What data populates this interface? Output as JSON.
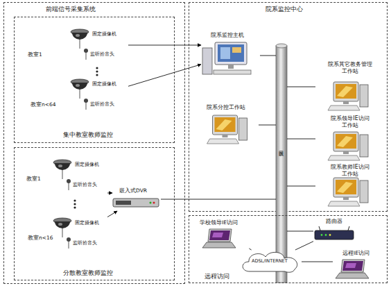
{
  "diagram": {
    "nodes": [
      {
        "text": [
          "前端信号采集系统"
        ]
      },
      {
        "text": [
          "集中教室教师监控"
        ],
        "in": 0
      },
      {
        "text": [
          "固定摄像机",
          "监听拾音头"
        ],
        "in": 1
      },
      {
        "text": [
          "固定摄像机",
          "监听拾音头"
        ],
        "in": 1
      },
      {
        "text": [
          "分散教室教师监控"
        ],
        "in": 0
      },
      {
        "text": [
          "固定摄像机",
          "监听拾音头"
        ],
        "in": 4
      },
      {
        "text": [
          "固定摄像机",
          "监听拾音头"
        ],
        "in": 4
      },
      {
        "text": [
          "嵌入式DVR"
        ],
        "in": 4
      },
      {
        "text": [
          "院系监控中心"
        ]
      },
      {
        "text": [
          "院系监控主机"
        ],
        "in": 8
      },
      {
        "text": [
          "以太网"
        ]
      },
      {
        "text": [
          "院系分控工作站"
        ],
        "in": 8
      },
      {
        "text": [
          "院系其它教务管理工作站"
        ],
        "in": 8
      },
      {
        "text": [
          "院系领导IE访问工作站"
        ],
        "in": 8
      },
      {
        "text": [
          "院系教师IE访问工作站"
        ],
        "in": 8
      },
      {
        "text": [
          "远程访问"
        ]
      },
      {
        "text": [
          "学校领导IE访问"
        ],
        "in": 15
      },
      {
        "text": [
          "路由器"
        ],
        "in": 15
      },
      {
        "text": [
          "ADSL/INTERNET"
        ],
        "in": 15
      },
      {
        "text": [
          "远程IE访问"
        ],
        "in": 15
      }
    ],
    "edges": [
      {
        "from": 2,
        "to": 9,
        "arrow": "to"
      },
      {
        "from": 3,
        "to": 9,
        "arrow": "to"
      },
      {
        "from": 5,
        "to": 7,
        "arrow": "to"
      },
      {
        "from": 6,
        "to": 7,
        "arrow": "to"
      },
      {
        "from": 7,
        "to": 10,
        "arrow": "none"
      },
      {
        "from": 9,
        "to": 10,
        "arrow": "none"
      },
      {
        "from": 11,
        "to": 10,
        "arrow": "none"
      },
      {
        "from": 12,
        "to": 10,
        "arrow": "none"
      },
      {
        "from": 13,
        "to": 10,
        "arrow": "none"
      },
      {
        "from": 14,
        "to": 10,
        "arrow": "none"
      },
      {
        "from": 10,
        "to": 17,
        "arrow": "none"
      },
      {
        "from": 17,
        "to": 18,
        "arrow": "none"
      },
      {
        "from": 18,
        "to": 16,
        "arrow": "none"
      },
      {
        "from": 18,
        "to": 19,
        "arrow": "none"
      }
    ],
    "labels": [
      "教室1",
      "教室n<64",
      "教室1",
      "教室n<16"
    ]
  }
}
